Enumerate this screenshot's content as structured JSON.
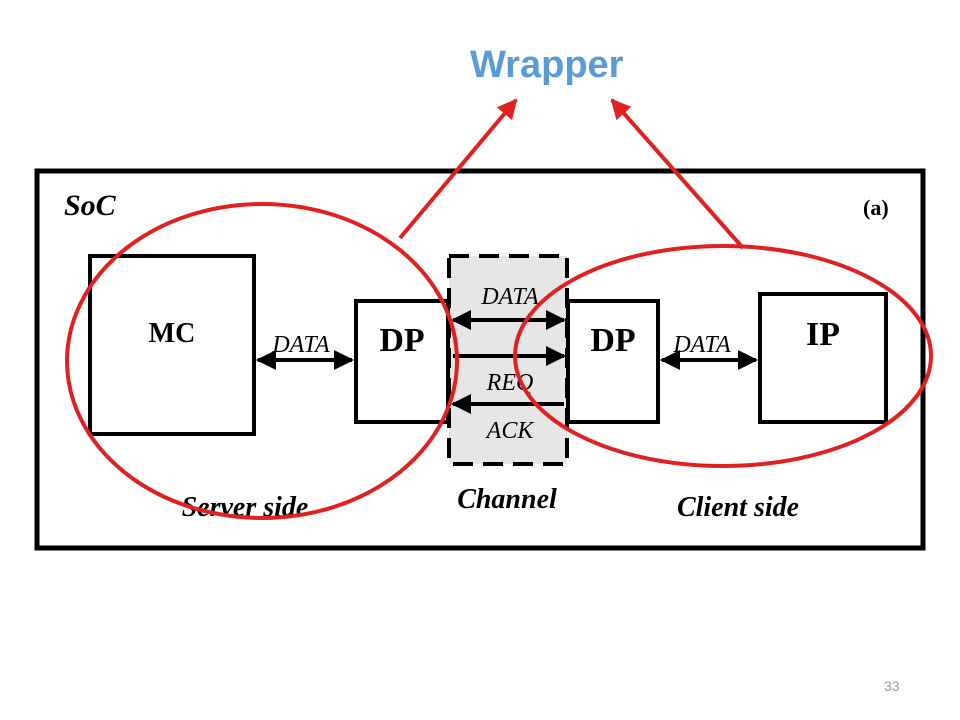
{
  "title": "Wrapper",
  "page_number": "33",
  "diagram": {
    "container_label": "SoC",
    "panel_label": "(a)",
    "blocks": {
      "mc": "MC",
      "dp_left": "DP",
      "dp_right": "DP",
      "ip": "IP"
    },
    "signals": {
      "left_data": "DATA",
      "right_data": "DATA",
      "channel_data": "DATA",
      "channel_req": "REQ",
      "channel_ack": "ACK"
    },
    "captions": {
      "server": "Server side",
      "channel": "Channel",
      "client": "Client side"
    },
    "colors": {
      "highlight": "#e32020",
      "title": "#5b9bd5",
      "channel_fill": "#e6e6e6"
    }
  }
}
